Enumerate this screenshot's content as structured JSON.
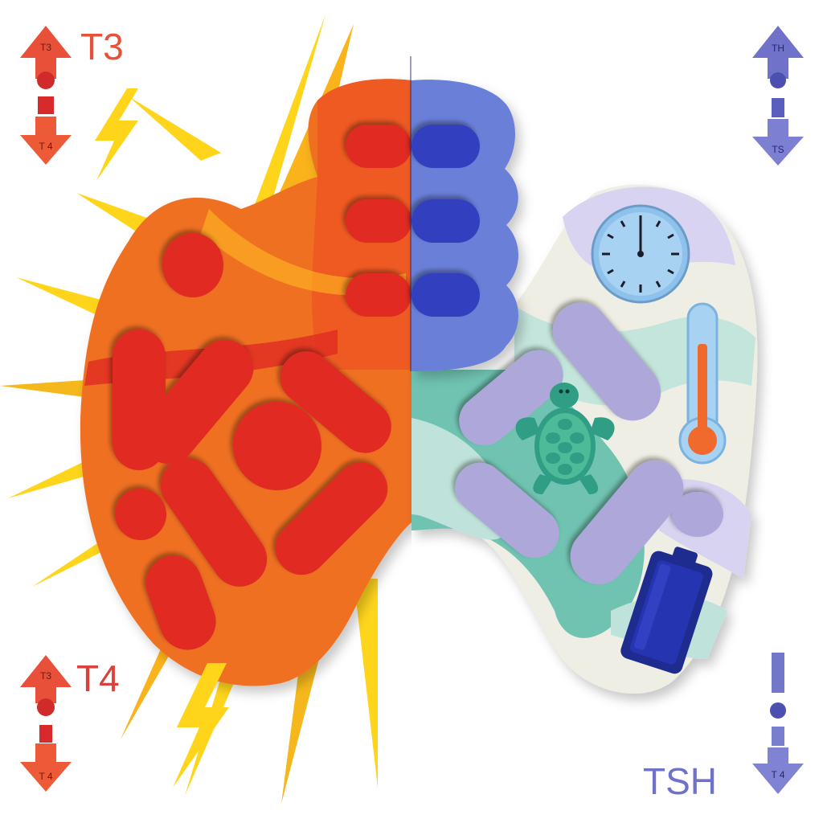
{
  "colors": {
    "hyper_orange": "#F07023",
    "hyper_red": "#E02A22",
    "hyper_dark_red": "#C81E1A",
    "spark_yellow": "#FFD51C",
    "spark_gold": "#FBB31B",
    "hypo_blue": "#6A7FD8",
    "hypo_deep_blue": "#3340C0",
    "hypo_teal": "#6FC3B1",
    "hypo_mint": "#BFE3DA",
    "hypo_lavender": "#ADA7DA",
    "hypo_cream": "#EEEEE4",
    "arrow_blue": "#6F72C8",
    "thermo_orange": "#EF6A2C",
    "clock_blue": "#8EC2EC",
    "battery_navy": "#1D2C8E",
    "turtle_green": "#2F9E84"
  },
  "labels": {
    "top_left_title": "T3",
    "top_left_up": "T3",
    "top_left_down": "T 4",
    "bottom_left_title": "T4",
    "bottom_left_up": "T3",
    "bottom_left_down": "T 4",
    "top_right_up": "TH",
    "top_right_down": "TS",
    "bottom_right_title": "TSH",
    "bottom_right_down": "T 4"
  },
  "icons": {
    "left_half": "hyperactive-thyroid-lobe",
    "right_half": "hypoactive-thyroid-lobe",
    "clock": "clock-icon",
    "thermometer": "thermometer-icon",
    "turtle": "turtle-icon",
    "battery": "low-battery-icon",
    "lightning": "lightning-bolt-icon"
  }
}
